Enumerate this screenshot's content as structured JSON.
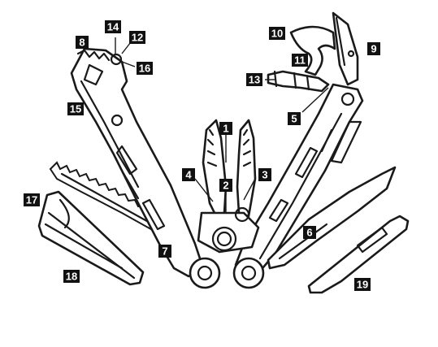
{
  "callouts": [
    {
      "id": "c1",
      "label": "1"
    },
    {
      "id": "c2",
      "label": "2"
    },
    {
      "id": "c3",
      "label": "3"
    },
    {
      "id": "c4",
      "label": "4"
    },
    {
      "id": "c5",
      "label": "5"
    },
    {
      "id": "c6",
      "label": "6"
    },
    {
      "id": "c7",
      "label": "7"
    },
    {
      "id": "c8",
      "label": "8"
    },
    {
      "id": "c9",
      "label": "9"
    },
    {
      "id": "c10",
      "label": "10"
    },
    {
      "id": "c11",
      "label": "11"
    },
    {
      "id": "c12",
      "label": "12"
    },
    {
      "id": "c13",
      "label": "13"
    },
    {
      "id": "c14",
      "label": "14"
    },
    {
      "id": "c15",
      "label": "15"
    },
    {
      "id": "c16",
      "label": "16"
    },
    {
      "id": "c17",
      "label": "17"
    },
    {
      "id": "c18",
      "label": "18"
    },
    {
      "id": "c19",
      "label": "19"
    }
  ],
  "colors": {
    "line": "#1a1a1a",
    "badge": "#111111",
    "badge_text": "#ffffff",
    "background": "#ffffff"
  }
}
